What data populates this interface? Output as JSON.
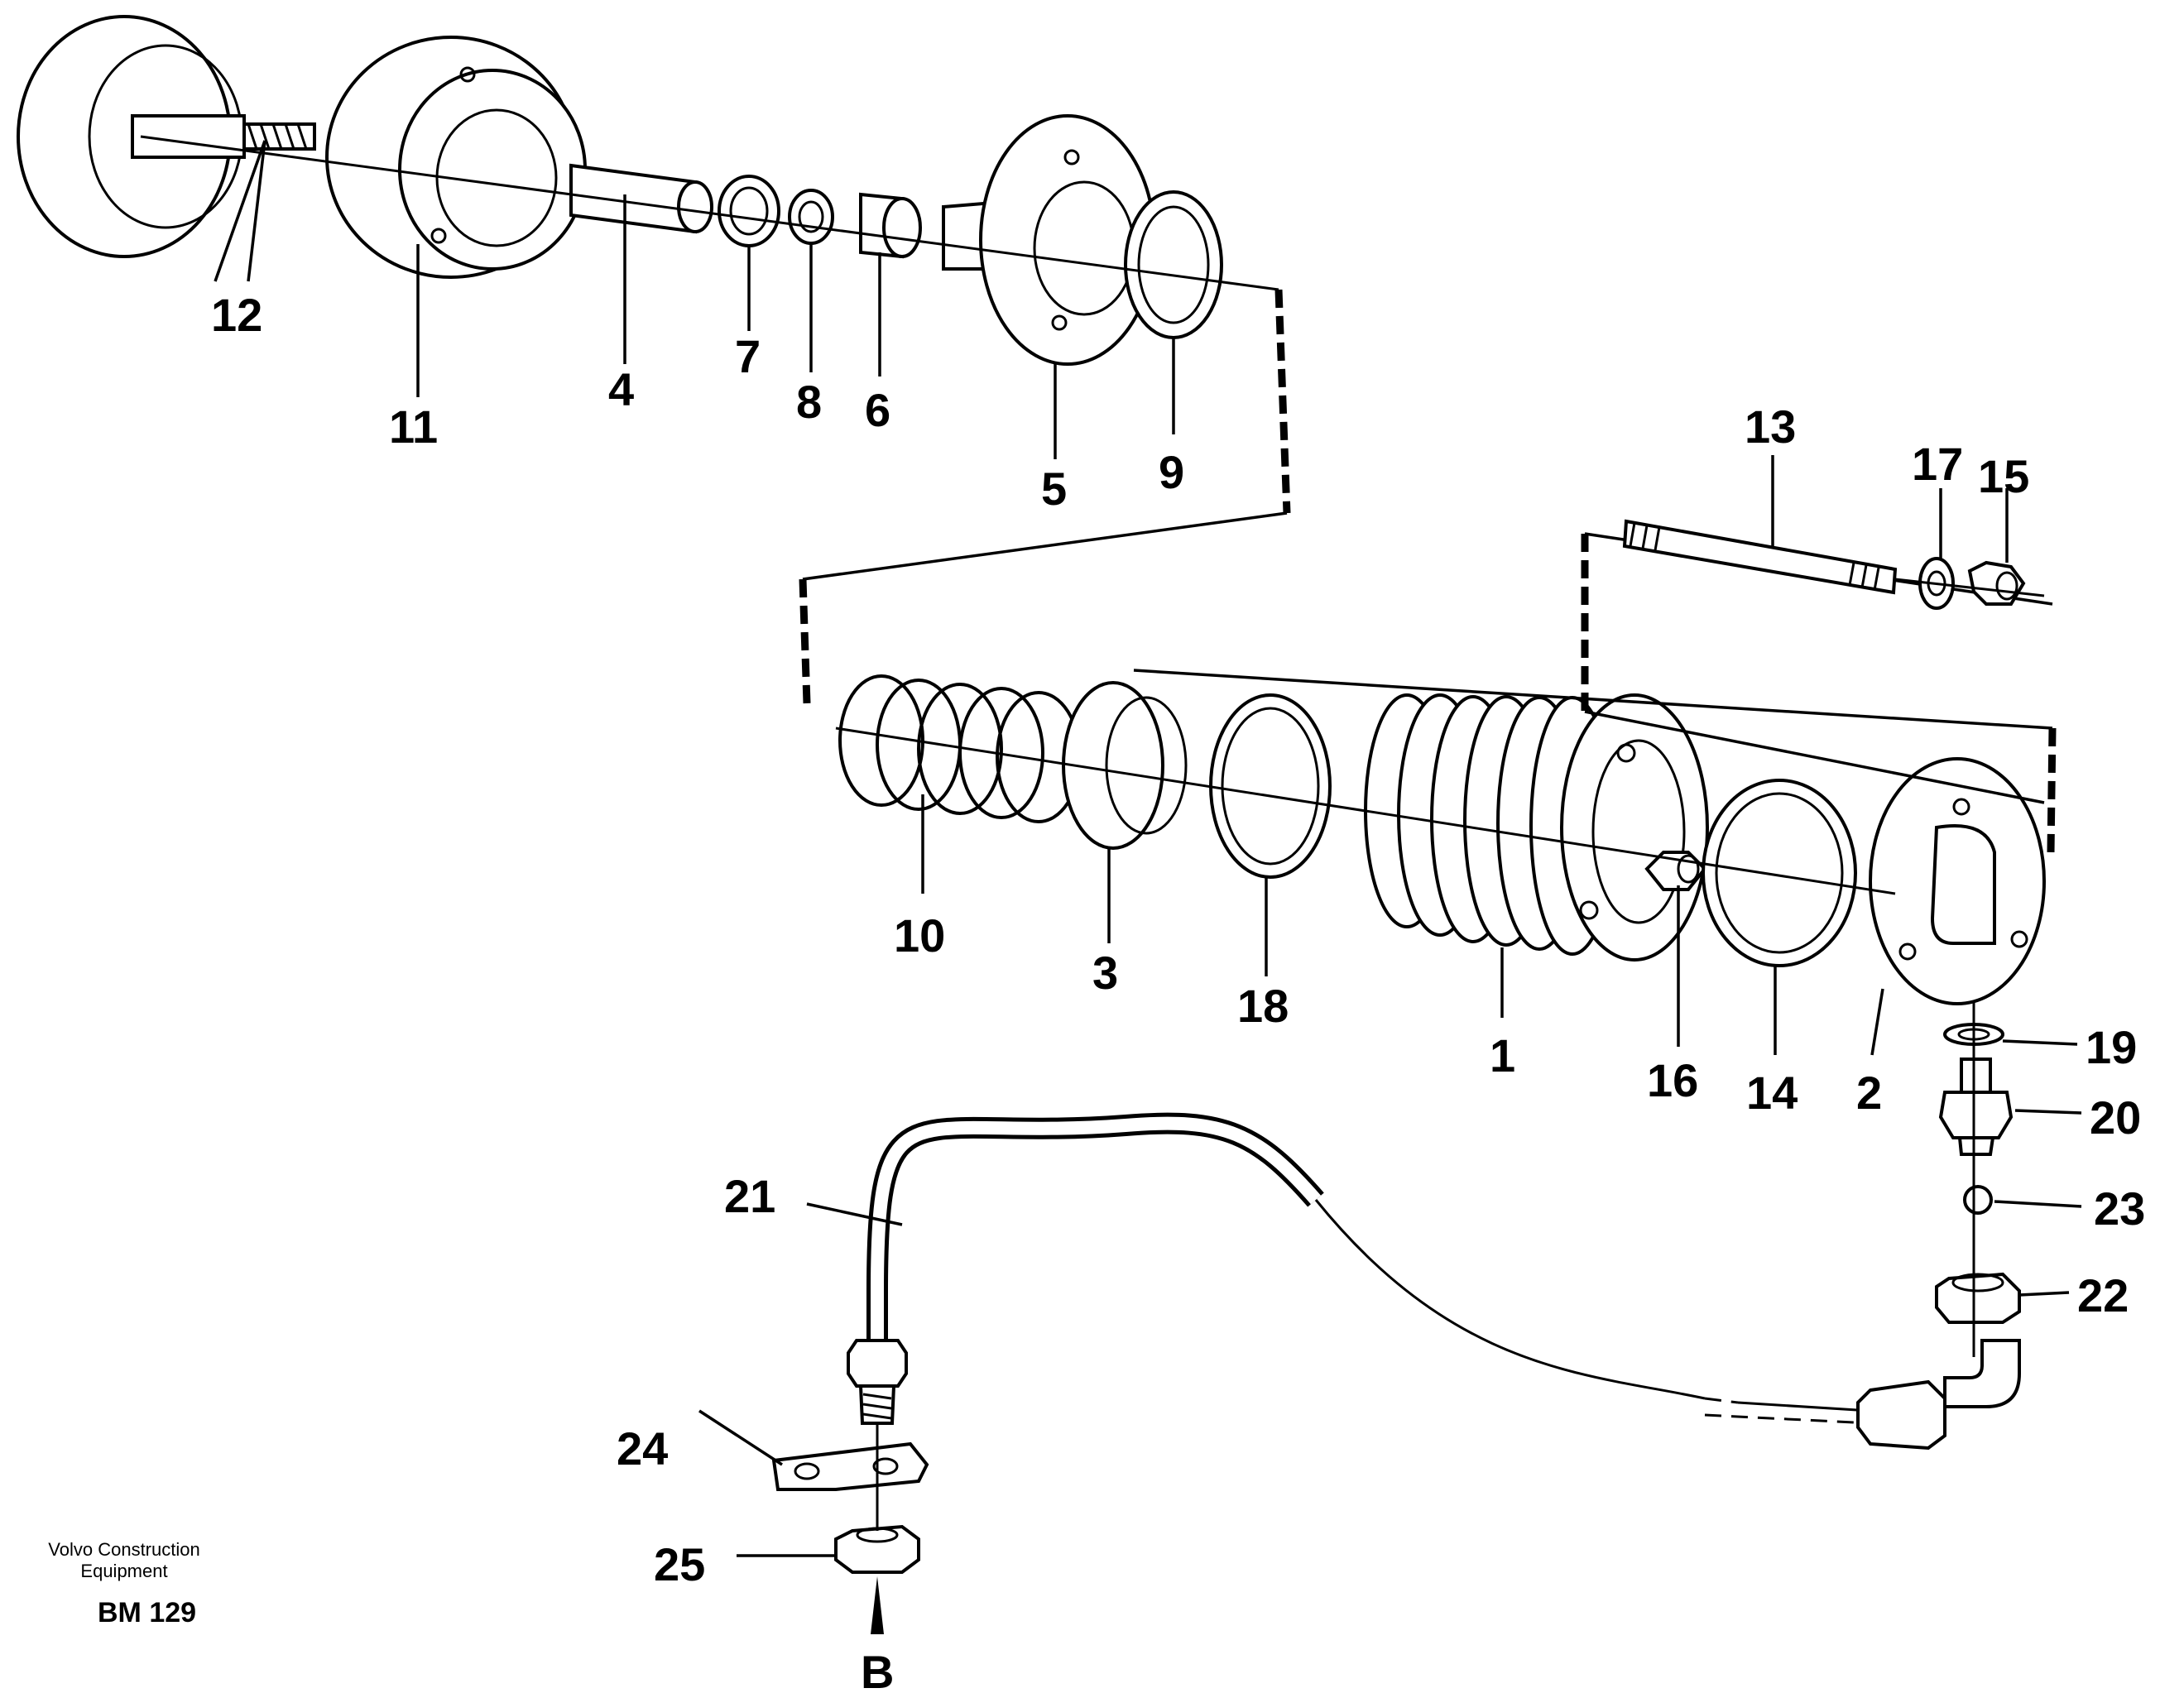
{
  "callouts": [
    "1",
    "2",
    "3",
    "4",
    "5",
    "6",
    "7",
    "8",
    "9",
    "10",
    "11",
    "12",
    "13",
    "14",
    "15",
    "16",
    "17",
    "18",
    "19",
    "20",
    "21",
    "22",
    "23",
    "24",
    "25"
  ],
  "view_marker": "B",
  "footer": {
    "brand_line1": "Volvo Construction",
    "brand_line2": "Equipment",
    "code": "BM 129"
  }
}
